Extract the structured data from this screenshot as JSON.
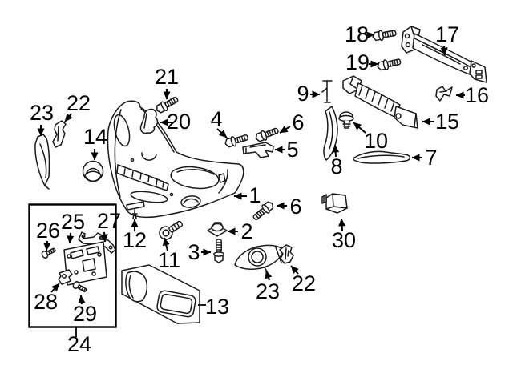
{
  "diagram": {
    "type": "exploded-parts-diagram",
    "subject": "front-bumper-assembly",
    "colors": {
      "background": "#ffffff",
      "line": "#1a1a1a",
      "label_text": "#000000"
    },
    "box_groups_parts": [
      "25",
      "26",
      "27",
      "28",
      "29"
    ],
    "callouts": [
      {
        "number": "1",
        "part": "front-bumper-cover"
      },
      {
        "number": "2",
        "part": "flange-nut"
      },
      {
        "number": "3",
        "part": "bolt"
      },
      {
        "number": "4",
        "part": "bolt-with-washer"
      },
      {
        "number": "5",
        "part": "sensor-bracket"
      },
      {
        "number": "6",
        "part": "shoulder-screw-upper"
      },
      {
        "number": "6",
        "part": "shoulder-screw-lower"
      },
      {
        "number": "7",
        "part": "lower-seal-strip"
      },
      {
        "number": "8",
        "part": "side-seal-bracket"
      },
      {
        "number": "9",
        "part": "retainer-pin"
      },
      {
        "number": "10",
        "part": "push-clip"
      },
      {
        "number": "11",
        "part": "flanged-eye-bolt"
      },
      {
        "number": "12",
        "part": "retainer-clip"
      },
      {
        "number": "13",
        "part": "grille-insert-panel"
      },
      {
        "number": "14",
        "part": "round-emblem-badge"
      },
      {
        "number": "15",
        "part": "impact-absorber-foam"
      },
      {
        "number": "16",
        "part": "spring-nut-clip"
      },
      {
        "number": "17",
        "part": "bumper-reinforcement-beam"
      },
      {
        "number": "18",
        "part": "bolt"
      },
      {
        "number": "19",
        "part": "bolt"
      },
      {
        "number": "20",
        "part": "corner-bracket"
      },
      {
        "number": "21",
        "part": "bolt"
      },
      {
        "number": "22",
        "part": "fog-lamp-bracket-left"
      },
      {
        "number": "22",
        "part": "fog-lamp-bracket-right"
      },
      {
        "number": "23",
        "part": "fog-lamp-bezel-left"
      },
      {
        "number": "23",
        "part": "fog-lamp-bezel-right"
      },
      {
        "number": "24",
        "part": "license-plate-hardware-kit-box"
      },
      {
        "number": "25",
        "part": "license-plate-bracket"
      },
      {
        "number": "26",
        "part": "screw"
      },
      {
        "number": "27",
        "part": "license-bracket-rail"
      },
      {
        "number": "28",
        "part": "clip"
      },
      {
        "number": "29",
        "part": "screw"
      },
      {
        "number": "30",
        "part": "parking-sensor"
      }
    ]
  }
}
